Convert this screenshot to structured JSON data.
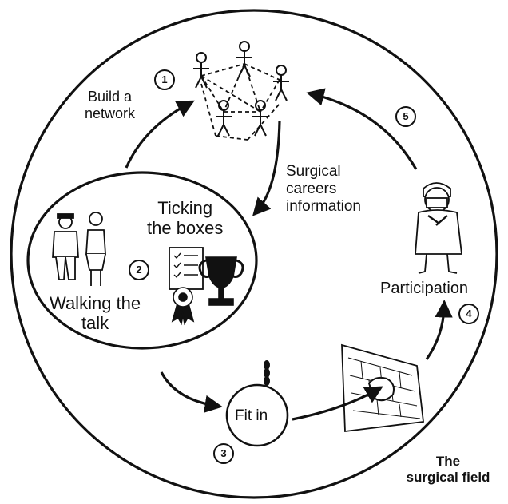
{
  "field": {
    "title_line1": "The",
    "title_line2": "surgical field"
  },
  "steps": [
    {
      "number": "1",
      "label_line1": "Build a",
      "label_line2": "network"
    },
    {
      "number": "2",
      "label_line1": "Ticking",
      "label_line2": "the boxes",
      "label_line3": "Walking the",
      "label_line4": "talk"
    },
    {
      "number": "3",
      "label_line1": "Fit in"
    },
    {
      "number": "4",
      "label_line1": "Participation"
    },
    {
      "number": "5"
    }
  ],
  "info": {
    "line1": "Surgical",
    "line2": "careers",
    "line3": "information"
  }
}
